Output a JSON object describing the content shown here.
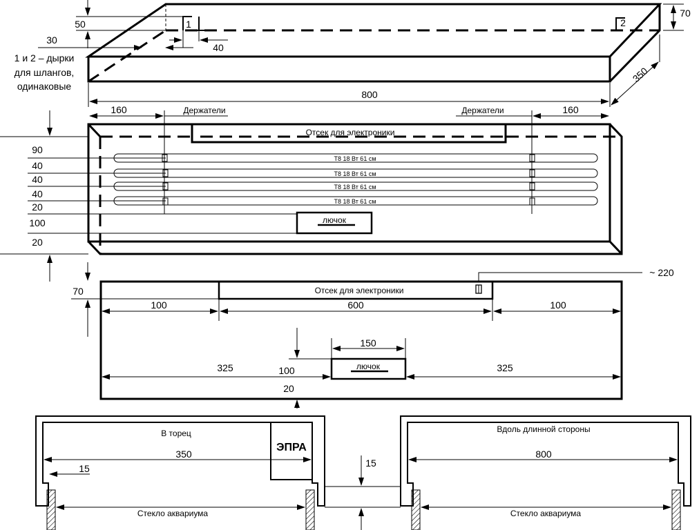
{
  "top_view": {
    "dim_50": "50",
    "dim_30": "30",
    "dim_40": "40",
    "dim_70": "70",
    "dim_350": "350",
    "dim_800": "800",
    "hole_1": "1",
    "hole_2": "2",
    "note": [
      "1 и 2 – дырки",
      "для шлангов,",
      "одинаковые"
    ]
  },
  "front_view": {
    "dim_left": "160",
    "dim_right": "160",
    "holders_left": "Держатели",
    "holders_right": "Держатели",
    "compartment": "Отсек для электроники",
    "lamps": [
      "T8 18 Вт 61 см",
      "T8 18 Вт 61 см",
      "T8 18 Вт 61 см",
      "T8 18 Вт 61 см"
    ],
    "hatch": "лючок",
    "side_dims": [
      "90",
      "40",
      "40",
      "40",
      "20",
      "100",
      "20"
    ]
  },
  "plan_view": {
    "dim_70": "70",
    "compartment": "Отсек для электроники",
    "cable": "~ 220",
    "dim_100_left": "100",
    "dim_600": "600",
    "dim_100_right": "100",
    "dim_150": "150",
    "dim_325_left": "325",
    "dim_325_right": "325",
    "dim_100": "100",
    "dim_20": "20",
    "hatch": "лючок"
  },
  "profile_end": {
    "title": "В торец",
    "dim_350": "350",
    "dim_15": "15",
    "ballast": "ЭПРА",
    "glass": "Стекло аквариума"
  },
  "profile_long": {
    "title": "Вдоль длинной стороны",
    "dim_800": "800",
    "glass": "Стекло аквариума"
  },
  "gap_dim": "15"
}
